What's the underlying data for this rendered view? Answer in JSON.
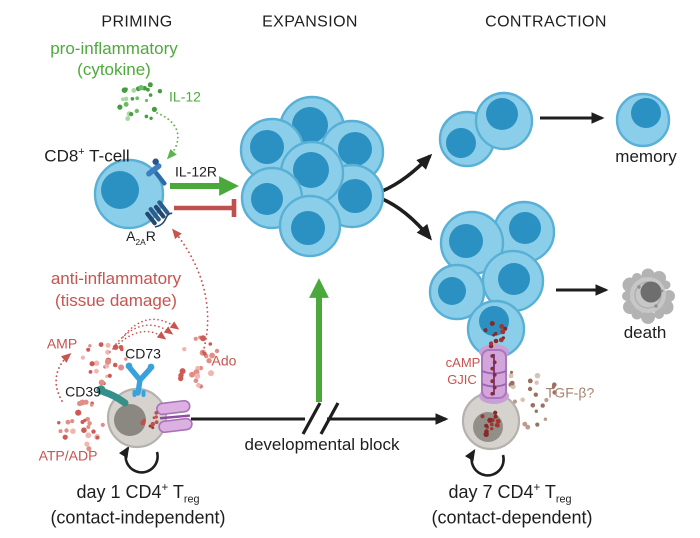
{
  "headers": {
    "priming": "PRIMING",
    "expansion": "EXPANSION",
    "contraction": "CONTRACTION"
  },
  "priming": {
    "pro_inflammatory": "pro-inflammatory",
    "cytokine": "(cytokine)",
    "il12": "IL-12",
    "cd8_base": "CD8",
    "cd8_sup": "+",
    "cd8_rest": " T-cell",
    "il12r": "IL-12R",
    "a2ar_a": "A",
    "a2ar_sub": "2A",
    "a2ar_r": "R",
    "anti_inflammatory": "anti-inflammatory",
    "tissue_damage": "(tissue damage)",
    "amp": "AMP",
    "cd73": "CD73",
    "ado": "Ado",
    "cd39": "CD39",
    "atp_adp": "ATP/ADP"
  },
  "middle": {
    "developmental_block": "developmental block"
  },
  "contraction": {
    "memory": "memory",
    "death": "death",
    "camp": "cAMP",
    "gjic": "GJIC",
    "tgf_beta": "TGF-β?"
  },
  "treg_day1": {
    "pre": "day 1 CD4",
    "sup": "+",
    "t": " T",
    "sub": "reg",
    "line2": "(contact-independent)"
  },
  "treg_day7": {
    "pre": "day 7 CD4",
    "sup": "+",
    "t": " T",
    "sub": "reg",
    "line2": "(contact-dependent)"
  },
  "colors": {
    "green": "#4fa93c",
    "red": "#c9534f",
    "tan": "#a5836f",
    "cell_blue": "#8bcee9",
    "cell_border": "#58b0d6",
    "nucleus_blue": "#2b90c2",
    "treg_gray": "#d6d2ce",
    "treg_nucleus": "#8b8781",
    "junction_purple": "#d2a6da",
    "junction_border": "#ab76bc",
    "cd73_blue": "#3aa2da",
    "cd39_teal": "#35908a",
    "receptor_navy": "#2c5d8f",
    "camp_red": "#8e2c29",
    "death_gray": "#b3b3b3"
  }
}
